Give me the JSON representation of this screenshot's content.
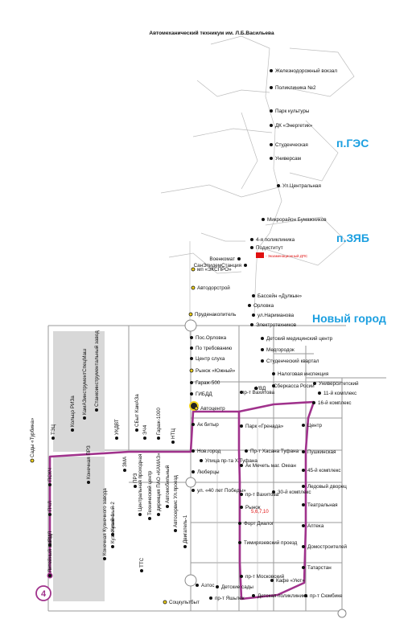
{
  "header": "Автомеханический техникум им. Л.Б.Васильева",
  "districts": {
    "ges": "п.ГЭС",
    "zyab": "п.ЗЯБ",
    "new_city": "Новый город"
  },
  "route": {
    "number": "4",
    "color": "#a0328c",
    "frequency_note": "5,6,7,10"
  },
  "legend_note": "- Экзаменационный ДПС",
  "labels_upper": [
    "Железнодорожный вокзал",
    "Поликлиника №2",
    "Парк культуры",
    "ДК «Энергетик»",
    "Студенческая",
    "Универсам",
    "Ул.Центральная",
    "Микрорайон Бумажников",
    "4-я поликлиника",
    "Подиститут",
    "Военкомат",
    "СанЭпидемСтанция",
    "мп «ЭКСПРО»",
    "Автодорстрой",
    "Бассейн «Дулкын»",
    "Орловка",
    "ул.Нариманова",
    "Электротехников",
    "Пруденакопитель"
  ],
  "labels_mid": [
    "Пос.Орловка",
    "По требованию",
    "Центр слуха",
    "Рынок «Южный»",
    "Гараж-500",
    "ГИБДД",
    "Детский медицинский центр",
    "Медгородок",
    "Студенческий квартал",
    "Налоговая инспекция",
    "Университетский",
    "11-й комплекс",
    "16-й комплекс",
    "пр-т Вахитова",
    "УВД",
    "Сберкасса Росии",
    "Автоцентр",
    "Ак битыр",
    "Парк «Гренада»",
    "Центр",
    "Пр-т Хасана Туфана",
    "Пушкинская",
    "Нов.город",
    "Улица пр-та Х.Туфана",
    "Ак Мечеть маг. Океан",
    "Люберцы",
    "45-й комплекс",
    "Ледовый дворец",
    "ул. «40 лет Победы»",
    "пр-т Вахитова",
    "30-й комплекс",
    "Рынок",
    "Театральная",
    "Форт Диалог",
    "Аптека",
    "Тимирязевский проезд",
    "Домостроителей",
    "Татарстан",
    "пр-т Московский",
    "Кафе «Уют»",
    "пр-т Сюмбике",
    "Детская поликлиника",
    "пр-т Яшьлек",
    "Детские сады",
    "Азтос",
    "Соцкультбыт"
  ],
  "labels_west": [
    "ТЭЦ",
    "Кольцо РИЗа",
    "КамАЗинструментСпецМаш",
    "Станкоинструментальный завод",
    "Сады «Турбина»",
    "ПСКЧ",
    "Конечная ПРЗ",
    "ПЧЛ",
    "ПЦЛ",
    "Литейный завод",
    "Конечная Кузнечного завода",
    "УКДВТ",
    "СБыт КамАЗа",
    "ЭЧ4",
    "Гараж-1000",
    "НТЦ",
    "ЗМА",
    "ПРЗ",
    "Кузнечный-2",
    "Кузнечный-1",
    "ТТС",
    "Центральная проходная",
    "Технический центр",
    "дирекция ПАО «КАМАЗ»",
    "Автомобильный",
    "Автосервис Ул.проезд",
    "Двигатель-1"
  ]
}
